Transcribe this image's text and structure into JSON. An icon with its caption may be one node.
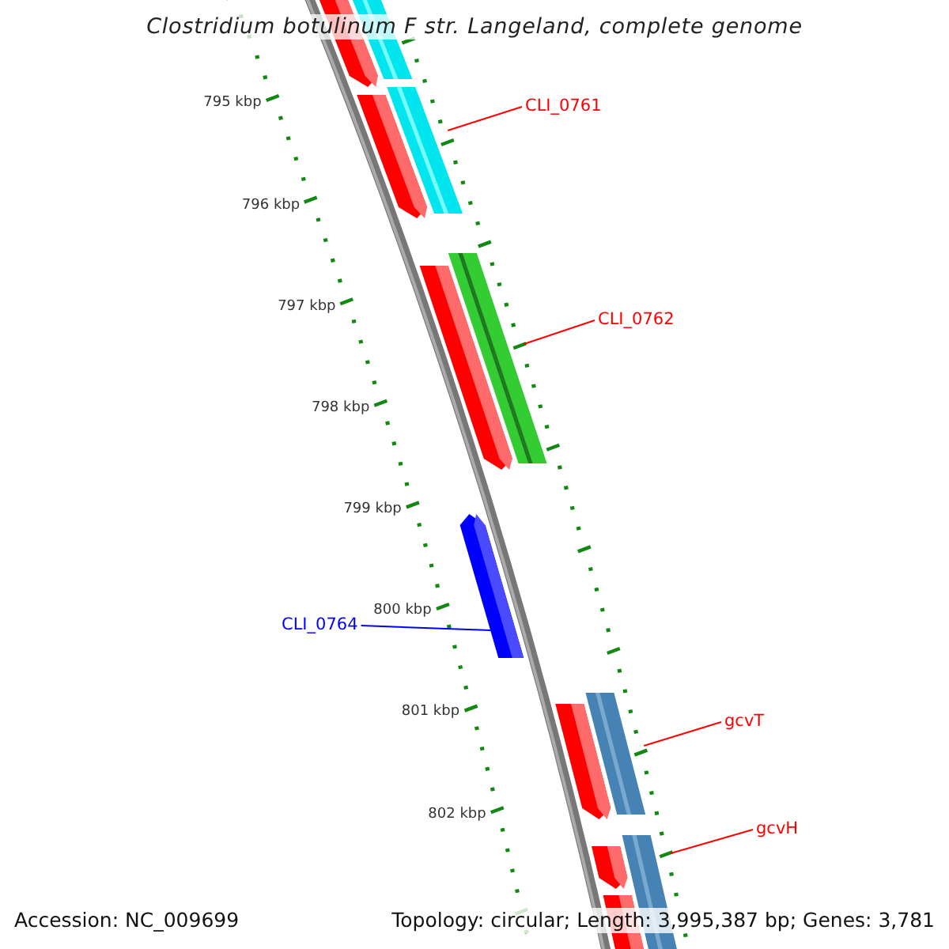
{
  "diagram": {
    "title": "Clostridium botulinum F str. Langeland, complete genome",
    "nodes": [
      {
        "text": [
          "CLI_0761"
        ]
      },
      {
        "text": [],
        "shape": "bar"
      },
      {
        "text": [
          "CLI_0762"
        ]
      },
      {
        "text": [],
        "shape": "bar"
      },
      {
        "text": [
          "CLI_0764"
        ]
      },
      {
        "text": [],
        "shape": "bar"
      },
      {
        "text": [
          "gcvT"
        ]
      },
      {
        "text": [],
        "shape": "bar"
      },
      {
        "text": [
          "gcvH"
        ]
      },
      {
        "text": [],
        "shape": "bar"
      }
    ],
    "edges": [
      {
        "from": 0,
        "to": 1,
        "arrow": "none"
      },
      {
        "from": 2,
        "to": 3,
        "arrow": "none"
      },
      {
        "from": 4,
        "to": 5,
        "arrow": "none",
        "color": "#0000ff"
      },
      {
        "from": 6,
        "to": 7,
        "arrow": "none"
      },
      {
        "from": 8,
        "to": 9,
        "arrow": "none"
      }
    ],
    "labels": [
      "795 kbp",
      "796 kbp",
      "797 kbp",
      "798 kbp",
      "799 kbp",
      "800 kbp",
      "801 kbp",
      "802 kbp",
      "Accession: NC_009699",
      "Topology: circular; Length: 3,995,387 bp; Genes: 3,781"
    ]
  }
}
